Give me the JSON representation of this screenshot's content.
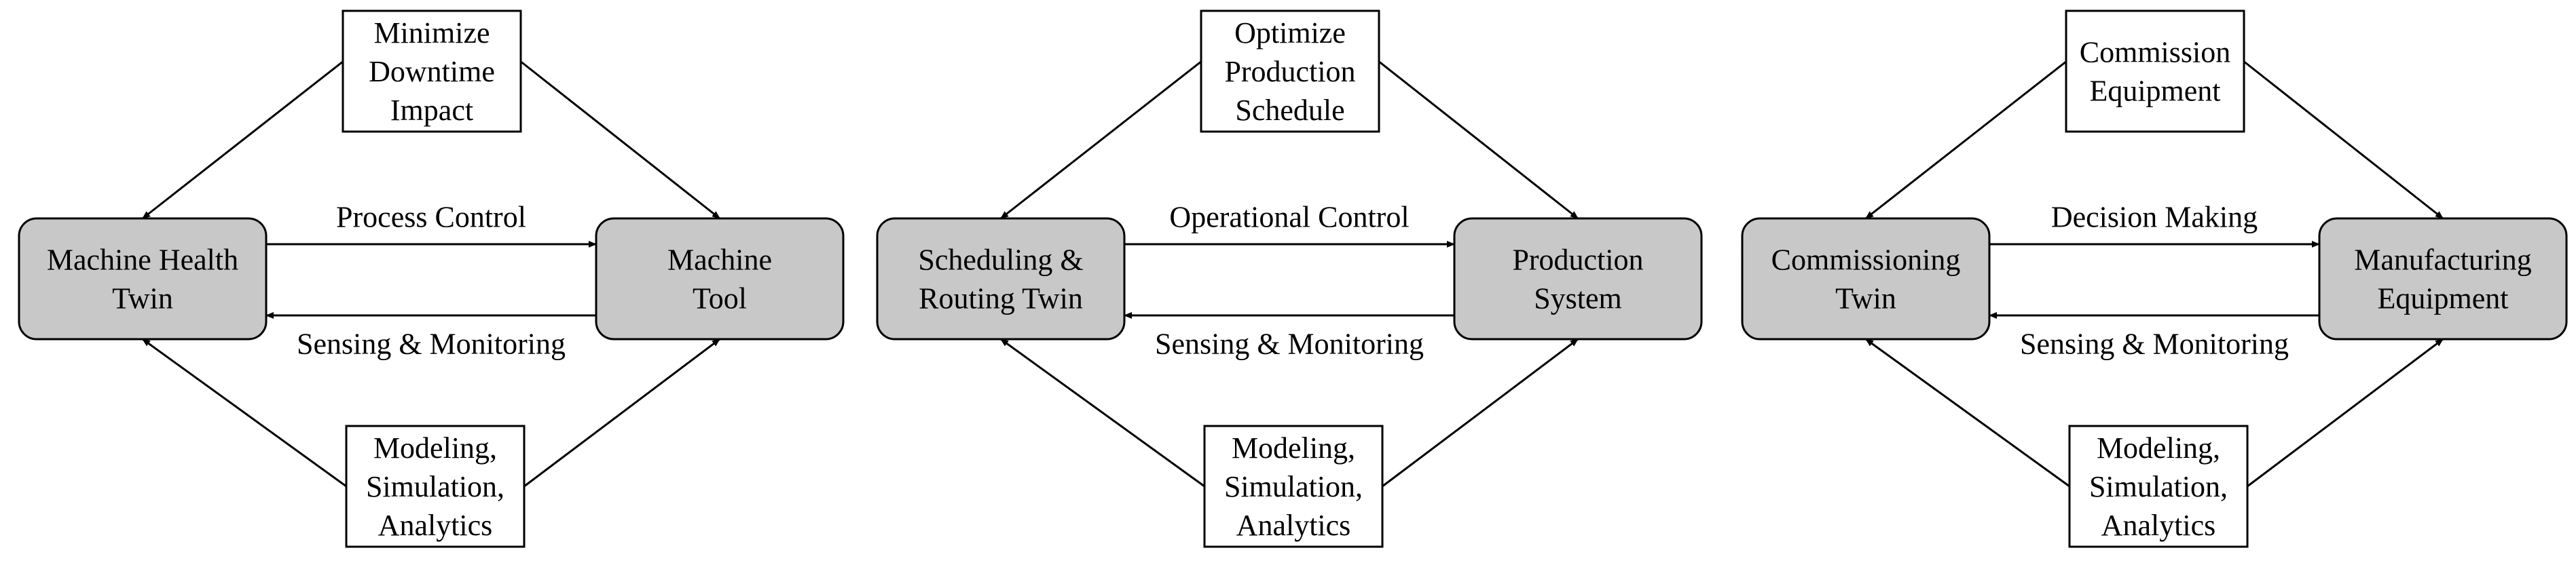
{
  "colors": {
    "twin_fill": "#c8c8c8",
    "box_fill": "#ffffff",
    "stroke": "#000000"
  },
  "panels": [
    {
      "top": [
        "Minimize",
        "Downtime",
        "Impact"
      ],
      "bottom": [
        "Modeling,",
        "Simulation,",
        "Analytics"
      ],
      "left": [
        "Machine Health",
        "Twin"
      ],
      "right": [
        "Machine",
        "Tool"
      ],
      "upper_arrow": "Process Control",
      "lower_arrow": "Sensing & Monitoring"
    },
    {
      "top": [
        "Optimize",
        "Production",
        "Schedule"
      ],
      "bottom": [
        "Modeling,",
        "Simulation,",
        "Analytics"
      ],
      "left": [
        "Scheduling &",
        "Routing Twin"
      ],
      "right": [
        "Production",
        "System"
      ],
      "upper_arrow": "Operational Control",
      "lower_arrow": "Sensing & Monitoring"
    },
    {
      "top": [
        "Commission",
        "Equipment"
      ],
      "bottom": [
        "Modeling,",
        "Simulation,",
        "Analytics"
      ],
      "left": [
        "Commissioning",
        "Twin"
      ],
      "right": [
        "Manufacturing",
        "Equipment"
      ],
      "upper_arrow": "Decision Making",
      "lower_arrow": "Sensing & Monitoring"
    }
  ]
}
